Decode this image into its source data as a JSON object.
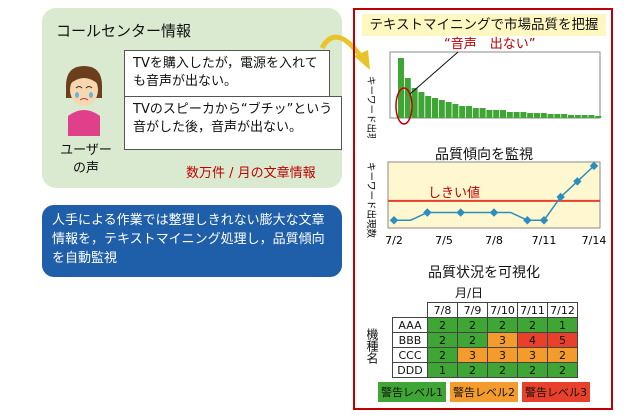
{
  "call_center": {
    "title": "コールセンター情報",
    "message1": "TVを購入したが，電源を入れても音声が出ない。",
    "message2": "TVのスピーカから“ブチッ”という音がした後，音声が出ない。",
    "voice_label": "ユーザーの声",
    "volume_label": "数万件 / 月の文章情報"
  },
  "blue_box": {
    "text": "人手による作業では整理しきれない膨大な文章情報を，テキストマイニング処理し，品質傾向を自動監視"
  },
  "right_panel": {
    "title": "テキストマイニングで市場品質を把握",
    "callout": "“音声　出ない”",
    "keyword_axis": "キーワード出現数",
    "section2": "品質傾向を監視",
    "threshold_label": "しきい値",
    "section3": "品質状況を可視化",
    "month_day": "月/日",
    "maker_label": "機種名"
  },
  "colors": {
    "level1": "#3fa535",
    "level2": "#f39c2d",
    "level3": "#e8402a"
  },
  "chart_data": [
    {
      "type": "line",
      "title": "品質傾向を監視",
      "ylabel": "キーワード出現数",
      "x": [
        "7/2",
        "7/3",
        "7/4",
        "7/5",
        "7/6",
        "7/7",
        "7/8",
        "7/9",
        "7/10",
        "7/11",
        "7/12",
        "7/13",
        "7/14"
      ],
      "tick_labels": [
        "7/2",
        "7/5",
        "7/8",
        "7/11",
        "7/14"
      ],
      "values": [
        1,
        1,
        2,
        2,
        2,
        2,
        2,
        2,
        1,
        1,
        4,
        6,
        8
      ],
      "threshold": 3.5
    },
    {
      "type": "table",
      "columns": [
        "7/8",
        "7/9",
        "7/10",
        "7/11",
        "7/12"
      ],
      "rows": [
        {
          "name": "AAA",
          "values": [
            2,
            2,
            2,
            2,
            1
          ],
          "levels": [
            1,
            1,
            1,
            1,
            1
          ]
        },
        {
          "name": "BBB",
          "values": [
            2,
            2,
            3,
            4,
            5
          ],
          "levels": [
            1,
            1,
            2,
            3,
            3
          ]
        },
        {
          "name": "CCC",
          "values": [
            2,
            3,
            3,
            3,
            2
          ],
          "levels": [
            1,
            2,
            2,
            2,
            2
          ]
        },
        {
          "name": "DDD",
          "values": [
            1,
            2,
            2,
            2,
            2
          ],
          "levels": [
            1,
            1,
            1,
            1,
            1
          ]
        }
      ],
      "legend": [
        "警告レベル1",
        "警告レベル2",
        "警告レベル3"
      ]
    }
  ]
}
